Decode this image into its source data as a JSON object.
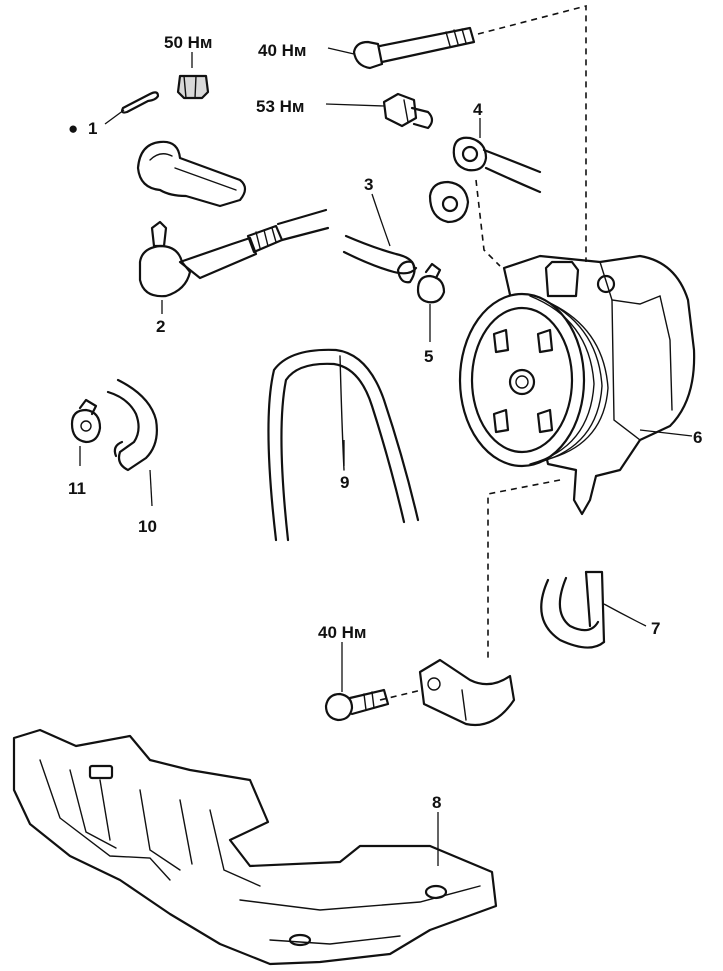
{
  "labels": {
    "torque_50": "50 Нм",
    "torque_40_top": "40 Нм",
    "torque_53": "53 Нм",
    "torque_40_bottom": "40 Нм",
    "part_1": "1",
    "part_1_marker": "●",
    "part_2": "2",
    "part_3": "3",
    "part_4": "4",
    "part_5": "5",
    "part_6": "6",
    "part_7": "7",
    "part_8": "8",
    "part_9": "9",
    "part_10": "10",
    "part_11": "11"
  },
  "colors": {
    "ink": "#111111",
    "paper": "#ffffff",
    "shade": "#d9d9d9"
  }
}
